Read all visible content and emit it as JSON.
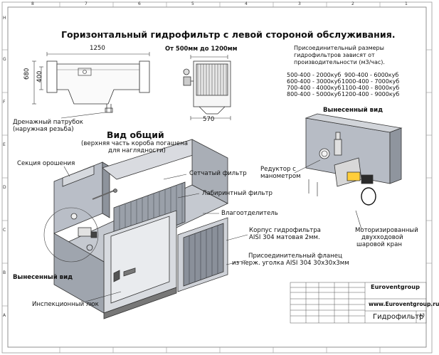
{
  "title": "Горизонтальный гидрофильтр с левой стороной обслуживания.",
  "dimensions": {
    "width_1250": "1250",
    "height_680": "680",
    "height_400": "400",
    "range": "От 500мм до 1200мм",
    "width_570": "570"
  },
  "note": [
    "Присоединительный размеры",
    "гидрофильтров зависят от",
    "производительности (м3/час)."
  ],
  "sizes_left": [
    "500-400 - 2000куб",
    "600-400 - 3000куб",
    "700-400 - 4000куб",
    "800-400 - 5000куб"
  ],
  "sizes_right": [
    "900-400 - 6000куб",
    "1000-400 - 7000куб",
    "1100-400 - 8000куб",
    "1200-400 - 9000куб"
  ],
  "drain": [
    "Дренажный патрубок",
    "(наружная резьба)"
  ],
  "view_general": {
    "title": "Вид общий",
    "subtitle": [
      "(верхняя часть короба погашена",
      "для наглядности)"
    ]
  },
  "callouts": {
    "irrigation": "Секция орошения",
    "mesh_filter": "Сетчатый фильтр",
    "labyrinth": "Лабиринтный фильтр",
    "separator": "Влагоотделитель",
    "body": [
      "Корпус гидрофильтра",
      "AISI 304 матовая 2мм."
    ],
    "flange": [
      "Присоединительный фланец",
      "из нерж. уголка AISI 304 30х30х3мм"
    ],
    "inspection": "Инспекционный люк",
    "reducer": [
      "Редуктор с",
      "манометром"
    ],
    "valve": [
      "Моторизированный",
      "двухходовой",
      "шаровой кран"
    ],
    "detail_right": "Вынесенный вид",
    "detail_left": "Вынесенный вид"
  },
  "title_block": {
    "company": "Euroventgroup",
    "website": "www.Euroventgroup.ru",
    "drawing_name": "Гидрофильтр",
    "sheet_format": "A3"
  },
  "border_letters": [
    "A",
    "B",
    "C",
    "D",
    "E",
    "F",
    "G",
    "H"
  ],
  "border_numbers": [
    "1",
    "2",
    "3",
    "4",
    "5",
    "6",
    "7",
    "8"
  ]
}
